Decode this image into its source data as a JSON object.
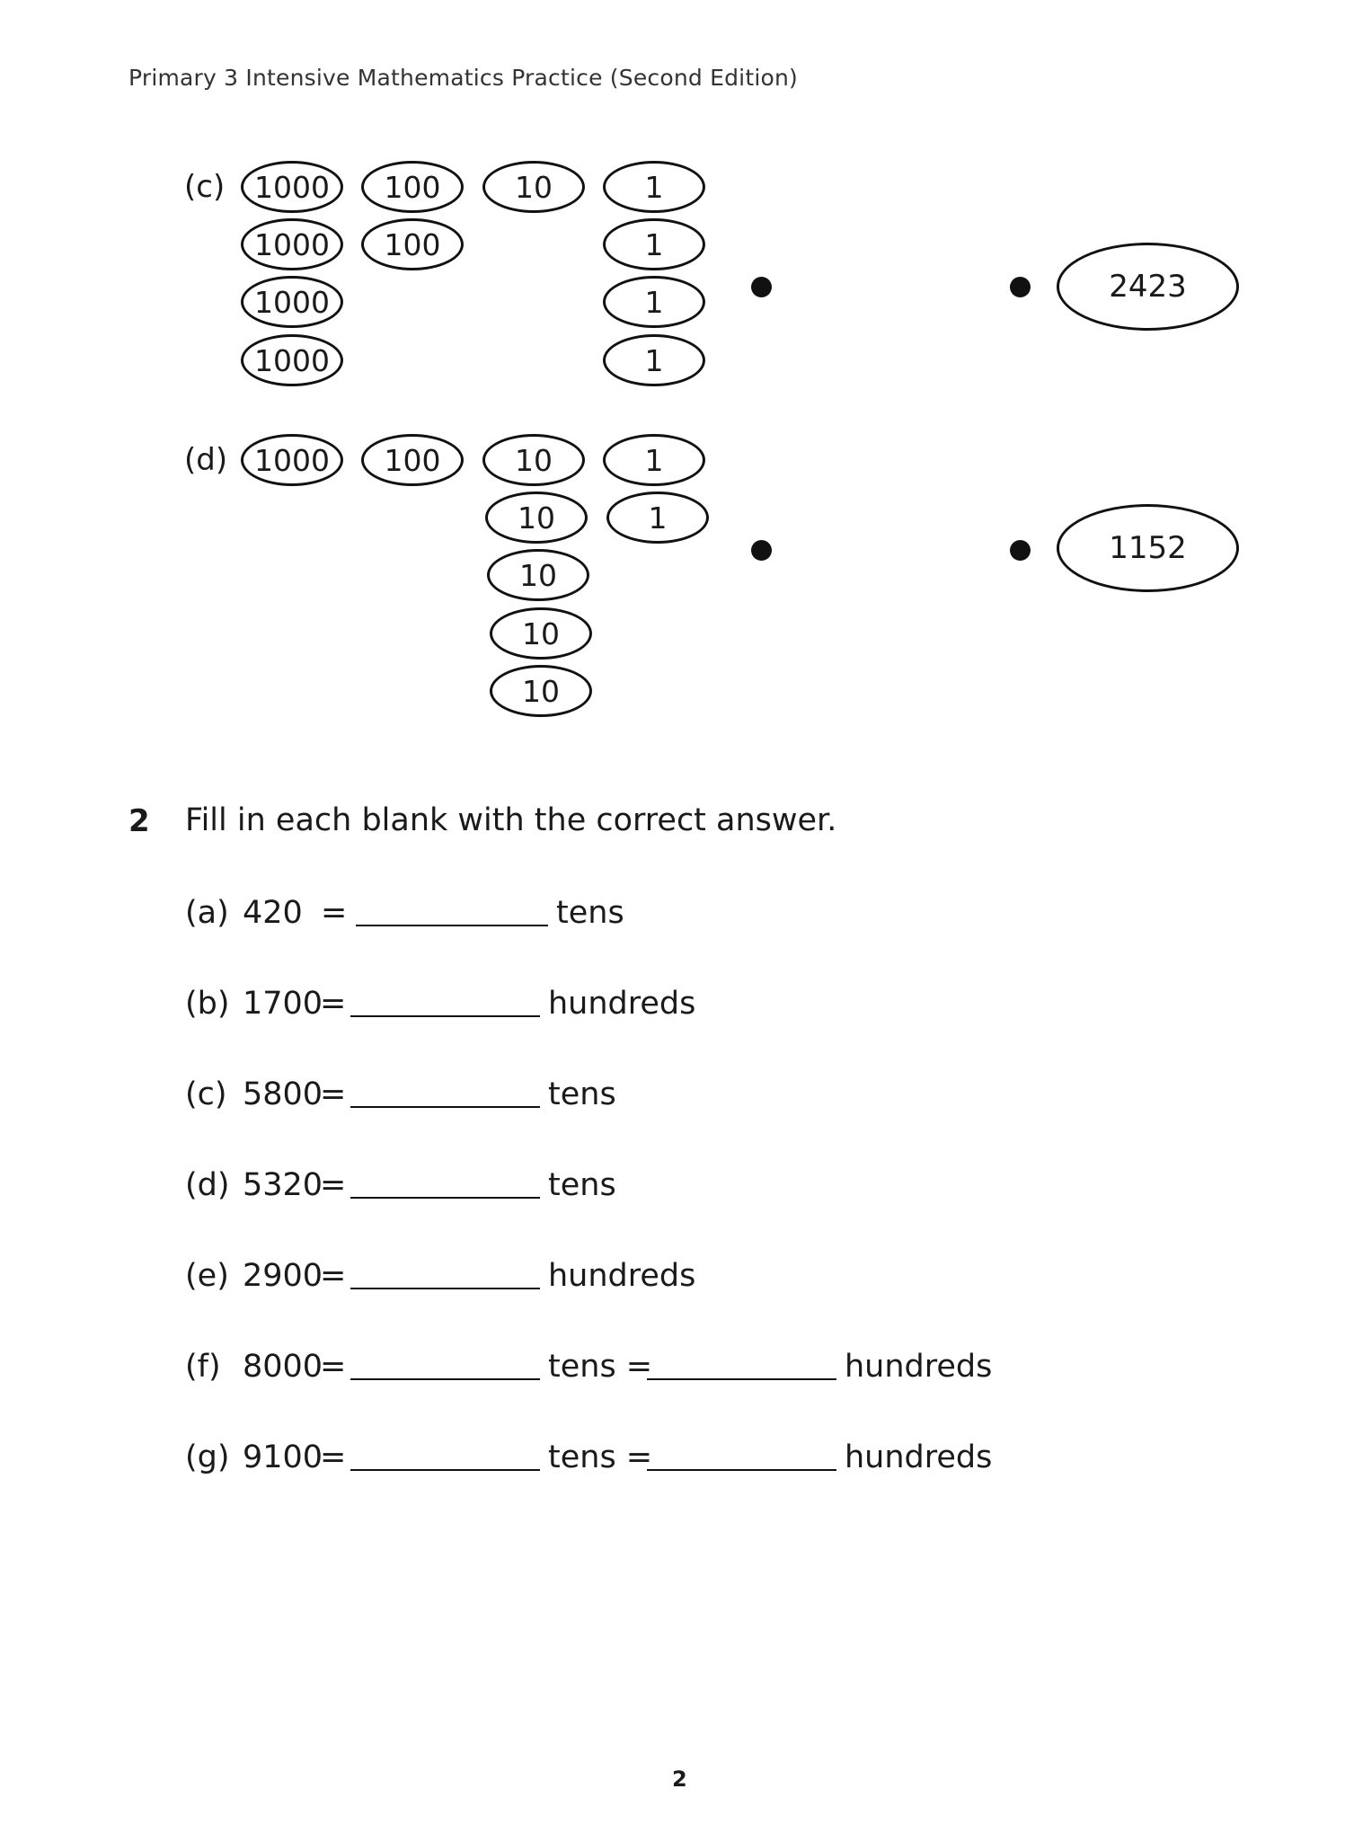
{
  "header": {
    "title": "Primary 3 Intensive Mathematics Practice (Second Edition)"
  },
  "part_c": {
    "label": "(c)",
    "ovals": [
      "1000",
      "100",
      "10",
      "1",
      "1000",
      "100",
      "1",
      "1000",
      "1",
      "1000",
      "1"
    ],
    "answer": "2423"
  },
  "part_d": {
    "label": "(d)",
    "ovals": [
      "1000",
      "100",
      "10",
      "1",
      "10",
      "1",
      "10",
      "10",
      "10"
    ],
    "answer": "1152"
  },
  "question2": {
    "number": "2",
    "instruction": "Fill in each blank with the correct answer.",
    "items": [
      {
        "label": "(a)",
        "lhs": "420",
        "eq": "=",
        "unit1": "tens"
      },
      {
        "label": "(b)",
        "lhs": "1700",
        "eq": "=",
        "unit1": "hundreds"
      },
      {
        "label": "(c)",
        "lhs": "5800",
        "eq": "=",
        "unit1": "tens"
      },
      {
        "label": "(d)",
        "lhs": "5320",
        "eq": "=",
        "unit1": "tens"
      },
      {
        "label": "(e)",
        "lhs": "2900",
        "eq": "=",
        "unit1": "hundreds"
      },
      {
        "label": "(f)",
        "lhs": "8000",
        "eq": "=",
        "unit1": "tens =",
        "unit2": "hundreds"
      },
      {
        "label": "(g)",
        "lhs": "9100",
        "eq": "=",
        "unit1": "tens =",
        "unit2": "hundreds"
      }
    ]
  },
  "page_number": "2"
}
